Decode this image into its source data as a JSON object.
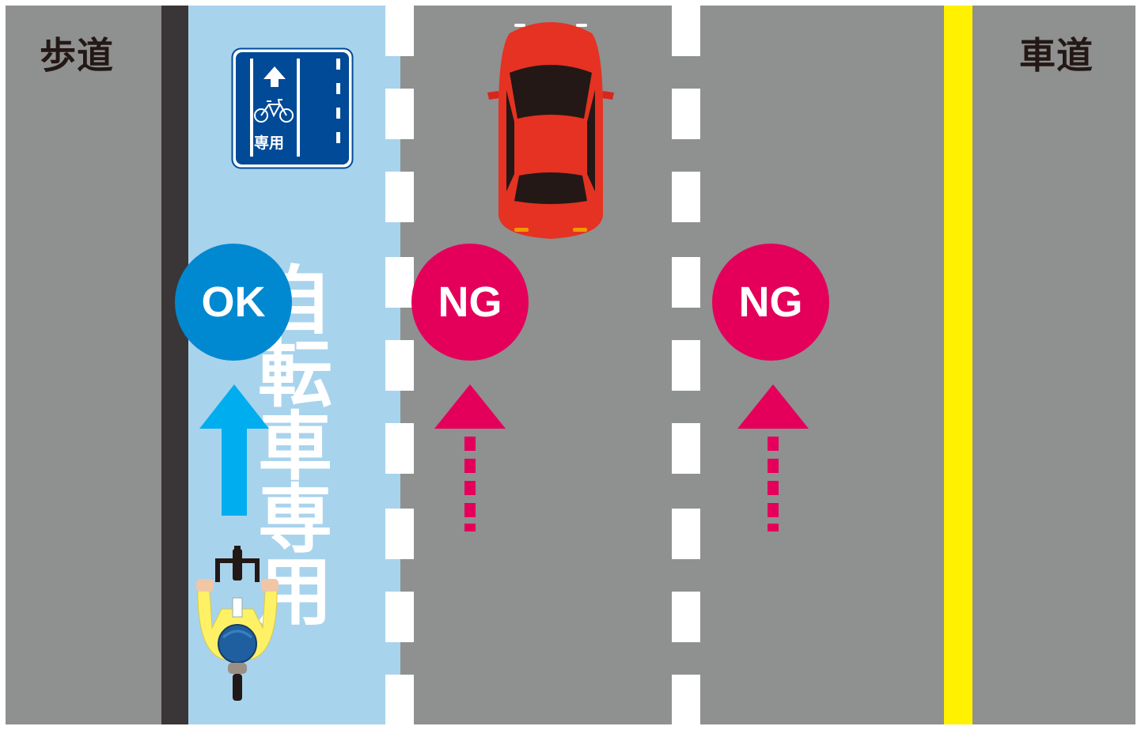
{
  "labels": {
    "sidewalk": "歩道",
    "roadway": "車道"
  },
  "bike_lane_text": [
    "自",
    "転",
    "車",
    "専",
    "用"
  ],
  "sign": {
    "text": "専用",
    "icon": "bicycle-icon",
    "color": "#004a97"
  },
  "badges": {
    "ok": "OK",
    "ng1": "NG",
    "ng2": "NG"
  },
  "colors": {
    "ok": "#0089d1",
    "ng": "#e4005a",
    "bike_lane": "#a8d3ec",
    "road": "#8f9090",
    "center_line": "#fff100"
  }
}
